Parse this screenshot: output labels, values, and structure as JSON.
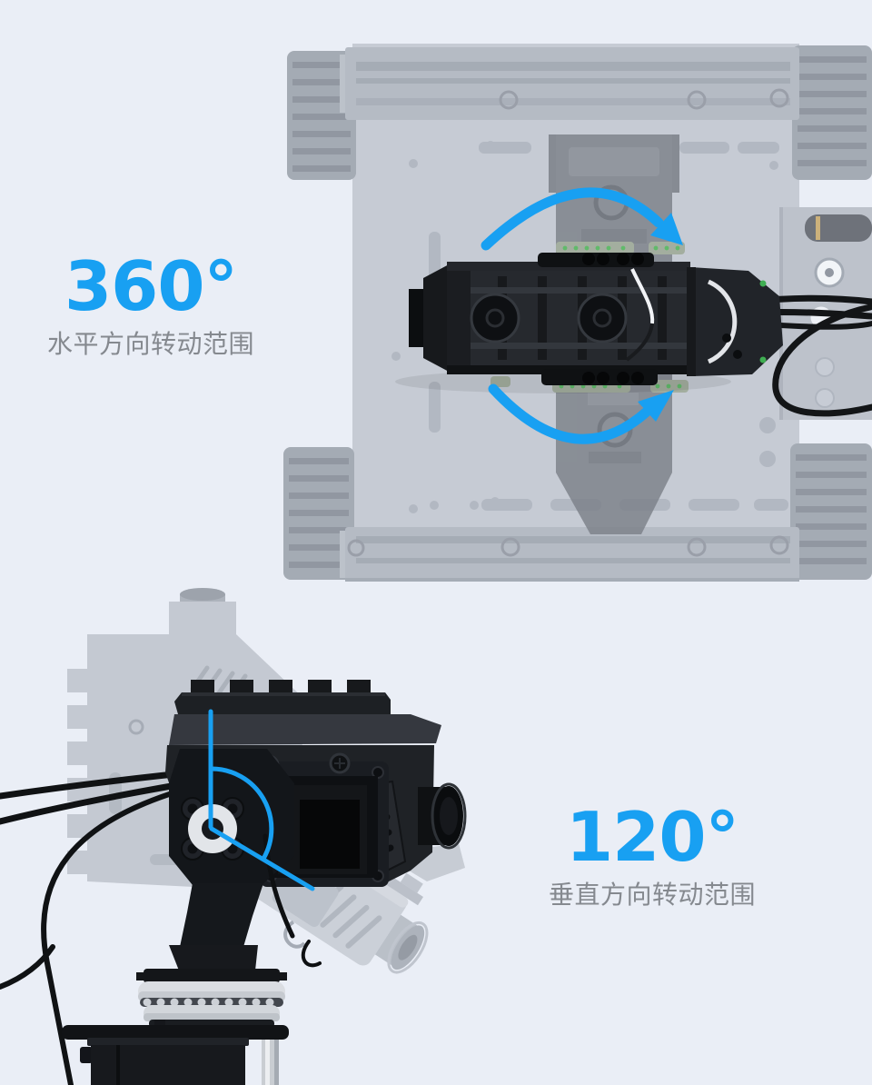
{
  "page": {
    "background_color": "#eaeef6",
    "accent_color": "#18a0f2",
    "degrees_color": "#18a0f2",
    "caption_color": "#85898f"
  },
  "sections": {
    "horizontal_rotation": {
      "value": "360°",
      "caption": "水平方向转动范围",
      "illustration": "robot-chassis-top-view-with-pan-rotation-arrows"
    },
    "vertical_rotation": {
      "value": "120°",
      "caption": "垂直方向转动范围",
      "illustration": "camera-gimbal-side-view-with-tilt-angle-indicator"
    }
  },
  "icons": {
    "pan_rotation": "curved-rotation-arrows",
    "tilt_range": "angle-arc-indicator"
  }
}
